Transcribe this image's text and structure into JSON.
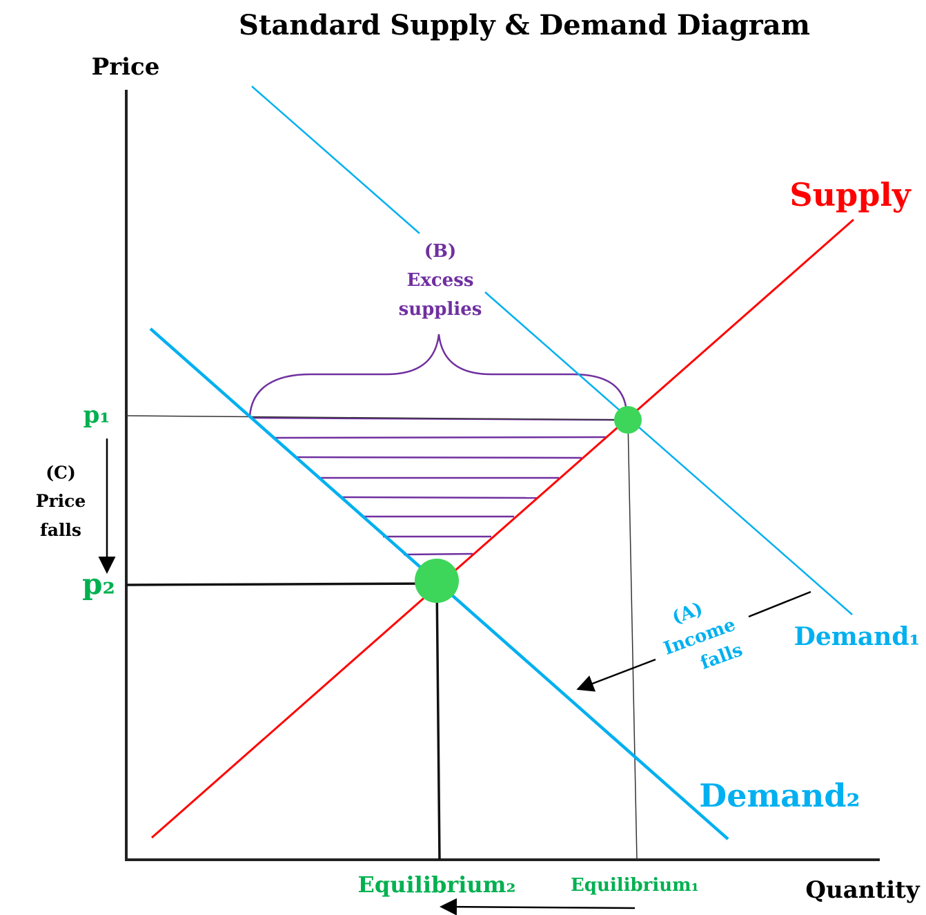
{
  "title": "Standard Supply & Demand Diagram",
  "axes": {
    "y_label": "Price",
    "x_label": "Quantity"
  },
  "curves": {
    "supply": "Supply",
    "demand1": "Demand₁",
    "demand2": "Demand₂"
  },
  "prices": {
    "p1": "p₁",
    "p2": "p₂"
  },
  "equilibria": {
    "eq1": "Equilibrium₁",
    "eq2": "Equilibrium₂"
  },
  "annotations": {
    "a": [
      "(A)",
      "Income",
      "falls"
    ],
    "b": [
      "(B)",
      "Excess",
      "supplies"
    ],
    "c": [
      "(C)",
      "Price",
      "falls"
    ]
  },
  "colors": {
    "supply": "#ff0000",
    "demand": "#00b0f0",
    "equilibrium": "#00b050",
    "dot": "#3dd65a",
    "excess": "#7030a0",
    "axis": "#000000"
  }
}
